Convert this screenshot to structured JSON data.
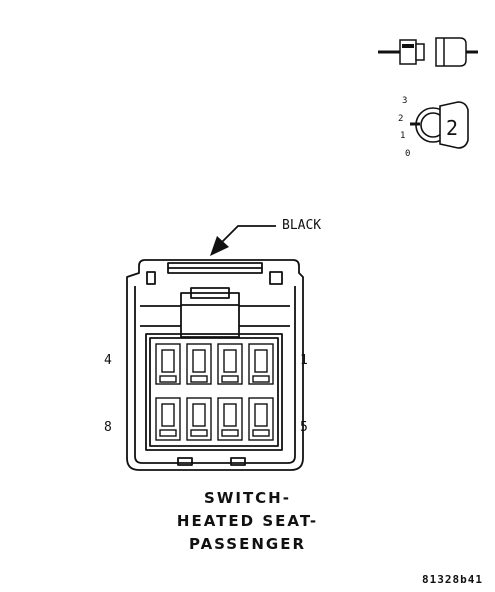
{
  "connector": {
    "color_label": "BLACK",
    "pin_labels": {
      "top_left": "4",
      "top_right": "1",
      "bottom_left": "8",
      "bottom_right": "5"
    }
  },
  "key_legend": {
    "positions": [
      "3",
      "2",
      "1",
      "0"
    ],
    "key_number": "2"
  },
  "title_lines": [
    "SWITCH-",
    "HEATED SEAT-",
    "PASSENGER"
  ],
  "figure_id": "81328b41"
}
